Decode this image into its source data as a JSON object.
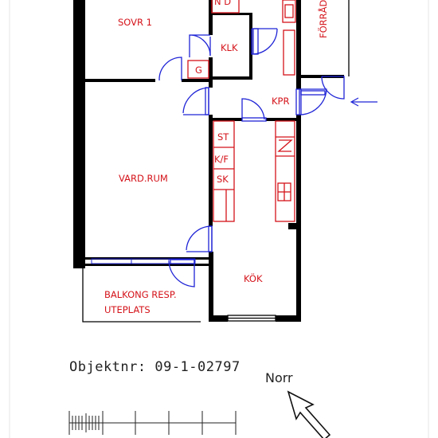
{
  "rooms": {
    "sovr": "SOVR  1",
    "klk": "KLK",
    "g": "G",
    "kpr": "KPR",
    "vardrum": "VARD.RUM",
    "kok": "KÖK",
    "forrad": "FÖRRÅD",
    "balkong_1": "BALKONG  RESP.",
    "balkong_2": "UTEPLATS",
    "top_cut": "N  D"
  },
  "fixtures": {
    "st": "ST",
    "kf": "K/F",
    "sk": "SK"
  },
  "footer": {
    "objektnr": "Objektnr: 09-1-02797",
    "north": "Norr"
  },
  "colors": {
    "wall": "#000000",
    "door": "#1f24d6",
    "fixture": "#d4131a"
  }
}
